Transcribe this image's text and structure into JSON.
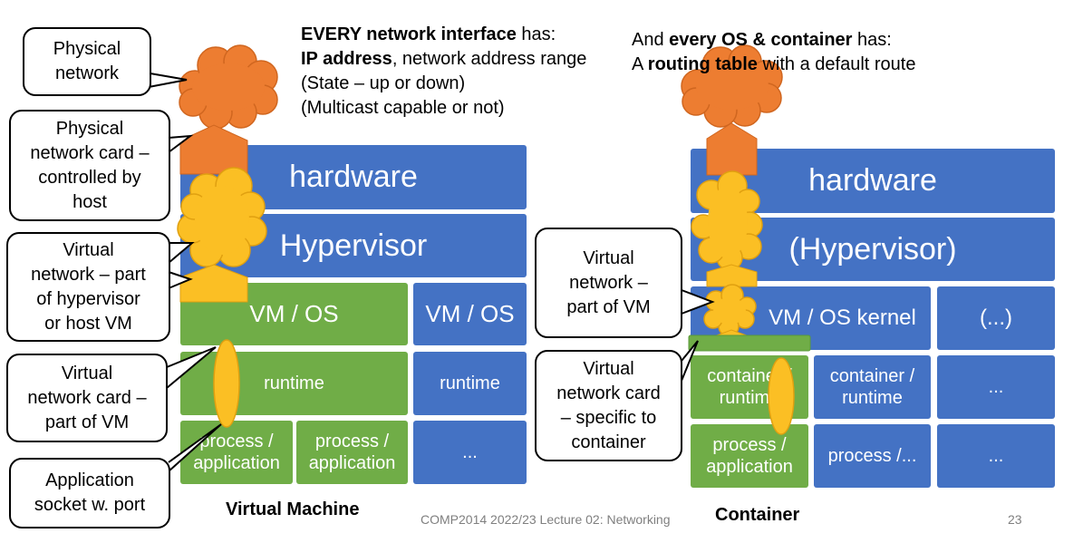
{
  "colors": {
    "hardware_blue": "#4472c4",
    "os_green": "#70ad47",
    "cloud_orange": "#ed7d31",
    "cloud_yellow": "#fbbf24"
  },
  "top_left_text": {
    "line1_bold": "EVERY network interface",
    "line1_rest": " has:",
    "line2_bold": "IP address",
    "line2_rest": ", network address range",
    "line3": "(State – up or down)",
    "line4": "(Multicast capable or not)"
  },
  "top_right_text": {
    "line1_pre": "And ",
    "line1_bold": "every OS & container",
    "line1_rest": " has:",
    "line2_pre": "A ",
    "line2_bold": "routing table",
    "line2_rest": " with a default route"
  },
  "callouts": {
    "physical_network": "Physical\nnetwork",
    "physical_card": "Physical\nnetwork card –\ncontrolled by\nhost",
    "virtual_network": "Virtual\nnetwork – part\nof hypervisor\nor host VM",
    "virtual_card": "Virtual\nnetwork card –\npart of VM",
    "app_socket": "Application\nsocket w. port",
    "vm_virtual_network": "Virtual\nnetwork –\npart of VM",
    "container_card": "Virtual\nnetwork card\n– specific to\ncontainer"
  },
  "vm_stack": {
    "hardware": "hardware",
    "hypervisor": "Hypervisor",
    "vm_os_1": "VM / OS",
    "vm_os_2": "VM / OS",
    "runtime_1": "runtime",
    "runtime_2": "runtime",
    "process_1": "process /\napplication",
    "process_2": "process /\napplication",
    "ellipsis": "...",
    "label": "Virtual Machine"
  },
  "container_stack": {
    "hardware": "hardware",
    "hypervisor": "(Hypervisor)",
    "kernel": "VM / OS kernel",
    "kernel_more": "(...)",
    "container_runtime_1": "container /\nruntime",
    "container_runtime_2": "container /\nruntime",
    "ellipsis_1": "...",
    "process_1": "process /\napplication",
    "process_2": "process /...",
    "ellipsis_2": "...",
    "label": "Container"
  },
  "footer": {
    "caption": "COMP2014 2022/23 Lecture 02: Networking",
    "page": "23"
  }
}
